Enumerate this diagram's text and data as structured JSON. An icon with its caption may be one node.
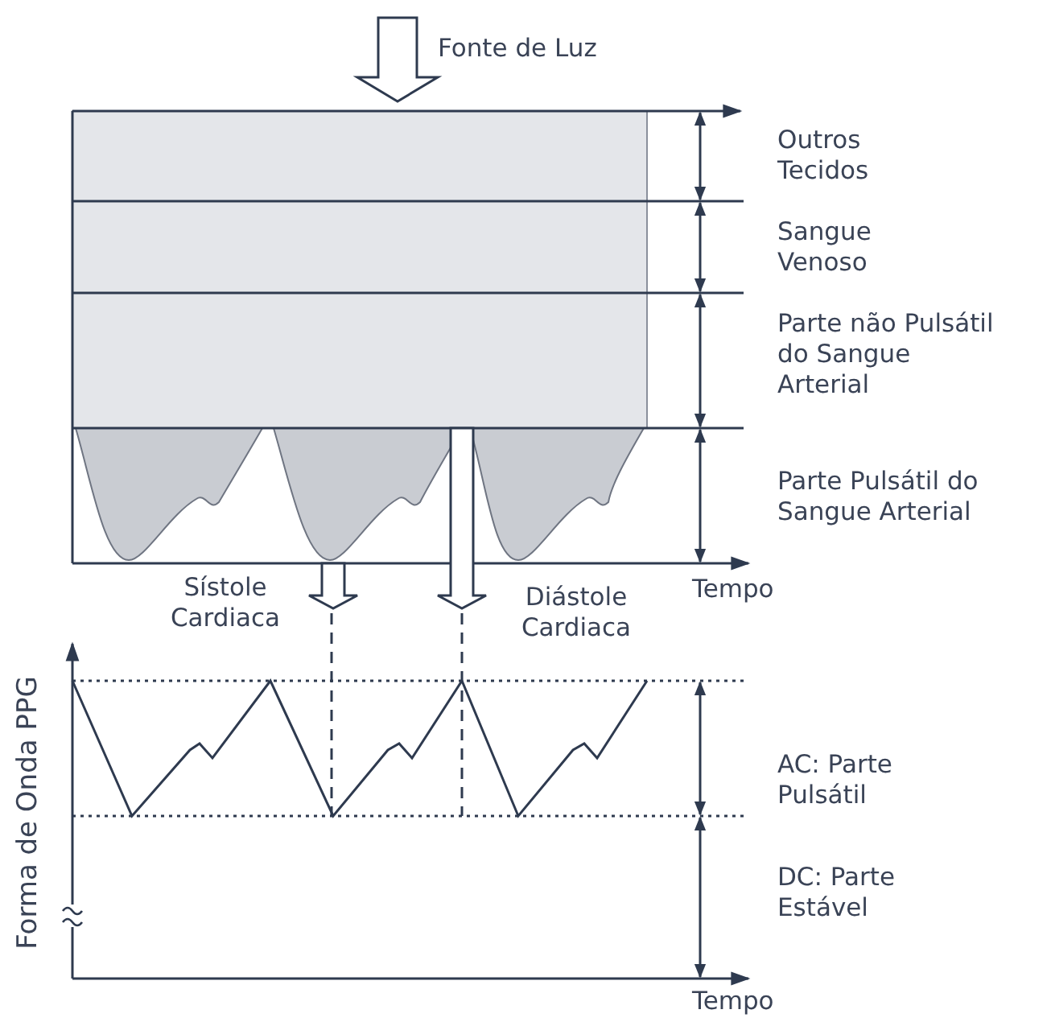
{
  "diagram": {
    "labels": [
      "Fonte de Luz",
      "Outros Tecidos",
      "Sangue Venoso",
      "Parte não Pulsátil do Sangue Arterial",
      "Parte Pulsátil do Sangue Arterial",
      "Sístole Cardiaca",
      "Tempo",
      "Diástole Cardiaca",
      "Forma de Onda PPG",
      "AC: Parte Pulsátil",
      "DC: Parte Estável",
      "Tempo"
    ]
  }
}
